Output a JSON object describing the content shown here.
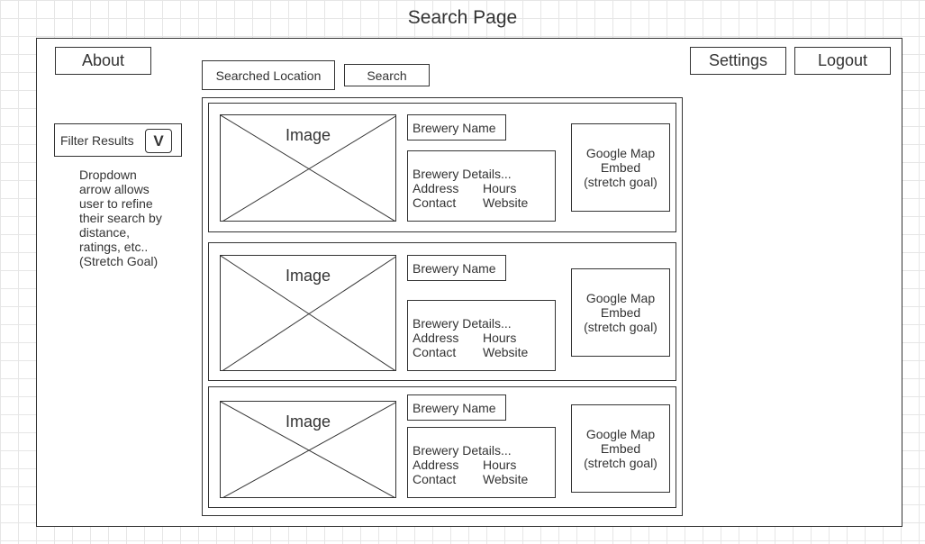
{
  "page": {
    "title": "Search Page"
  },
  "nav": {
    "about": "About",
    "settings": "Settings",
    "logout": "Logout"
  },
  "search": {
    "location_label": "Searched Location",
    "button_label": "Search"
  },
  "filter": {
    "label": "Filter Results",
    "toggle": "V",
    "note": "Dropdown\narrow allows\nuser to refine\ntheir search by\ndistance,\nratings, etc..\n(Stretch Goal)"
  },
  "results": [
    {
      "image_label": "Image",
      "name": "Brewery Name",
      "details_title": "Brewery Details...",
      "address": "Address",
      "hours": "Hours",
      "contact": "Contact",
      "website": "Website",
      "map": "Google Map\nEmbed\n(stretch goal)"
    },
    {
      "image_label": "Image",
      "name": "Brewery Name",
      "details_title": "Brewery Details...",
      "address": "Address",
      "hours": "Hours",
      "contact": "Contact",
      "website": "Website",
      "map": "Google Map\nEmbed\n(stretch goal)"
    },
    {
      "image_label": "Image",
      "name": "Brewery Name",
      "details_title": "Brewery Details...",
      "address": "Address",
      "hours": "Hours",
      "contact": "Contact",
      "website": "Website",
      "map": "Google Map\nEmbed\n(stretch goal)"
    }
  ]
}
